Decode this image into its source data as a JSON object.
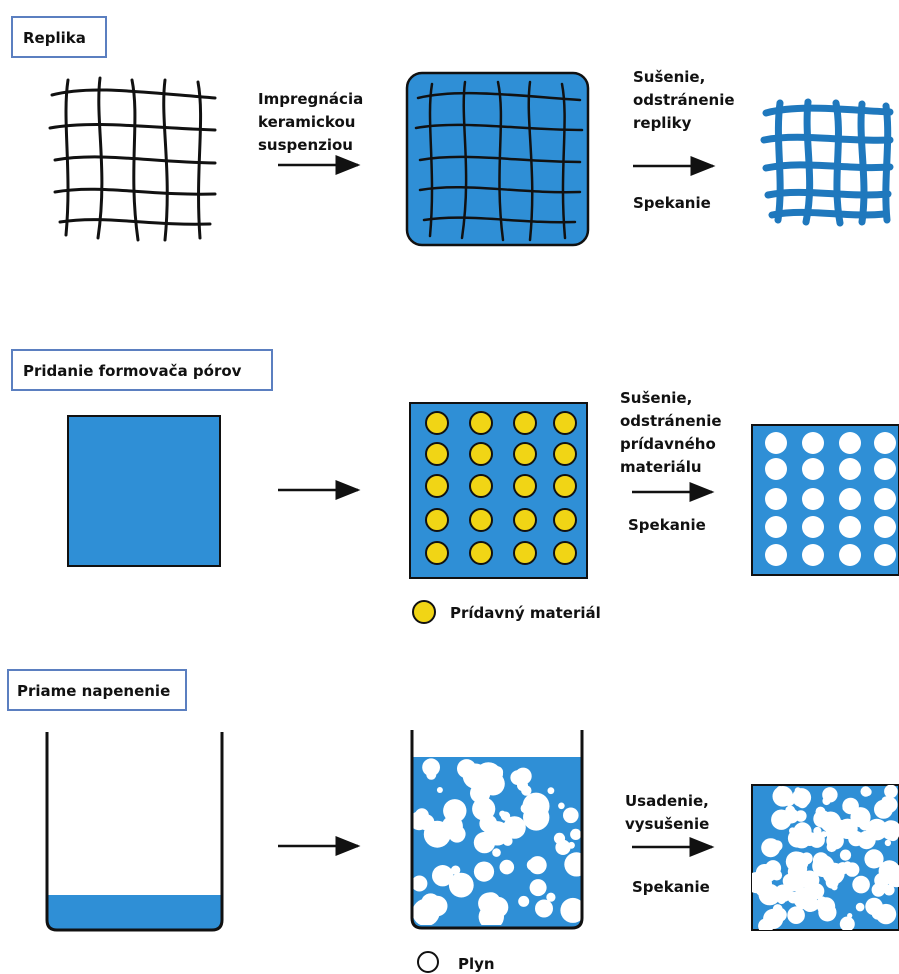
{
  "colors": {
    "ceramic_blue": "#2f8fd6",
    "replica_product_blue": "#1f78bd",
    "additive_yellow": "#f1d515",
    "frame_border": "#5b7fc0",
    "ink": "#111111"
  },
  "sections": {
    "replica": {
      "title": "Replika",
      "step1": [
        "Impregnácia",
        "keramickou",
        "suspenziou"
      ],
      "step2_top": [
        "Sušenie,",
        "odstránenie",
        "repliky"
      ],
      "step2_bottom": "Spekanie"
    },
    "pore_former": {
      "title": "Pridanie formovača pórov",
      "step2_top": [
        "Sušenie,",
        "odstránenie",
        "prídavného",
        "materiálu"
      ],
      "step2_bottom": "Spekanie",
      "legend": "Prídavný materiál"
    },
    "foaming": {
      "title": "Priame napenenie",
      "step2_top": [
        "Usadenie,",
        "vysušenie"
      ],
      "step2_bottom": "Spekanie",
      "legend": "Plyn"
    }
  }
}
